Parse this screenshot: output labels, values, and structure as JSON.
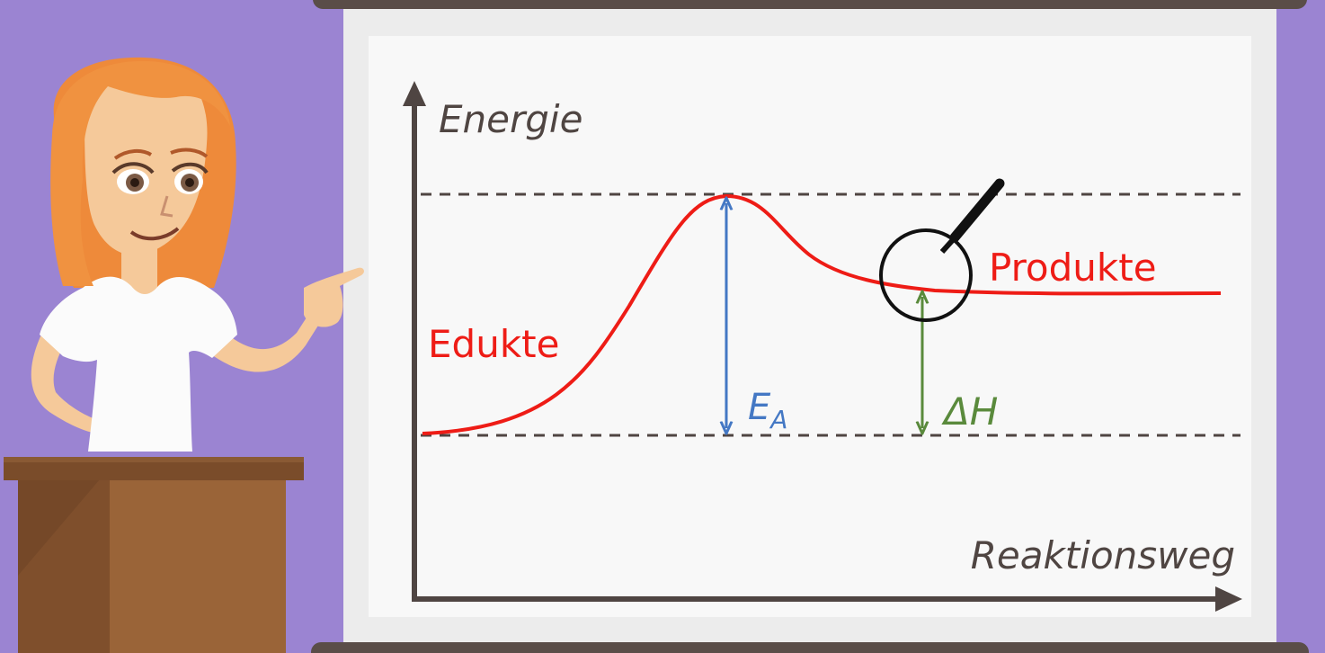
{
  "diagram": {
    "y_axis_label": "Energie",
    "x_axis_label": "Reaktionsweg",
    "reactants_label": "Edukte",
    "products_label": "Produkte",
    "activation_energy": {
      "symbol": "E",
      "subscript": "A"
    },
    "enthalpy_label": "ΔH"
  },
  "colors": {
    "background": "#9b84d2",
    "board_frame": "#ececec",
    "board": "#f8f8f8",
    "rail": "#5a4d48",
    "axis": "#4f4542",
    "curve": "#ee1c16",
    "activation_arrow": "#4478c4",
    "enthalpy_arrow": "#5a8a3c",
    "hair": "#ee8a3a",
    "skin": "#f5c99a",
    "podium": "#9a6438"
  },
  "icons": [
    "magnifier-icon",
    "presenter-character"
  ]
}
